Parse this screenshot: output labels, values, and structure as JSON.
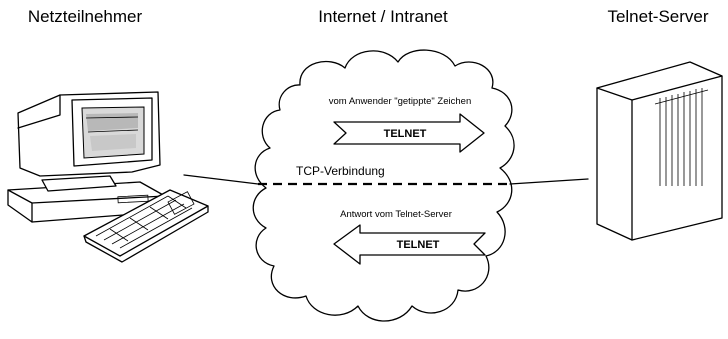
{
  "labels": {
    "client": "Netzteilnehmer",
    "network": "Internet / Intranet",
    "server": "Telnet-Server",
    "connection": "TCP-Verbindung"
  },
  "upper_flow": {
    "caption": "vom Anwender \"getippte\" Zeichen",
    "arrow_label": "TELNET",
    "direction": "right"
  },
  "lower_flow": {
    "caption": "Antwort vom Telnet-Server",
    "arrow_label": "TELNET",
    "direction": "left"
  },
  "icons": {
    "client": "desktop-computer-icon",
    "server": "server-tower-icon",
    "network": "cloud-icon"
  }
}
